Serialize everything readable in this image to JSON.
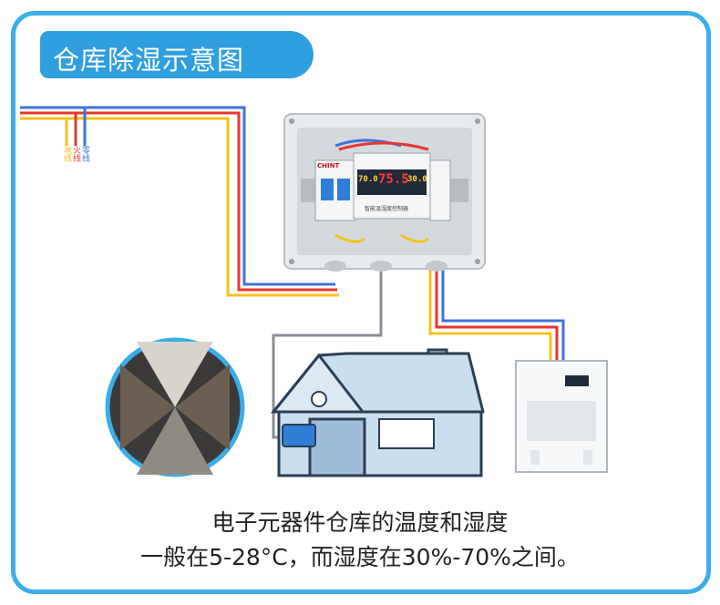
{
  "title": "仓库除湿示意图",
  "wire_labels": {
    "ground": "地线",
    "live": "火线",
    "neutral": "零线"
  },
  "controller": {
    "brand": "CHINT",
    "left_value": "70.0",
    "center_value": "75.5",
    "right_value": "30.0",
    "panel_label": "智能温湿度控制器"
  },
  "caption": {
    "line1": "电子元器件仓库的温度和湿度",
    "line2": "一般在5-28°C，而湿度在30%-70%之间。"
  },
  "colors": {
    "frame": "#3aaee8",
    "title_bg": "#2f9fe0",
    "wire_red": "#e8352f",
    "wire_yellow": "#f5c21c",
    "wire_blue": "#3d73d8",
    "wire_gray": "#8a8f96",
    "house_fill": "#c9dff0",
    "house_outline": "#2c3e55"
  }
}
